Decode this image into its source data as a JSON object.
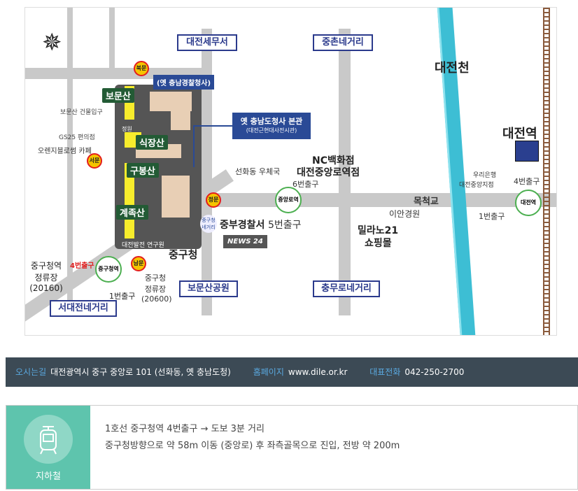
{
  "map": {
    "landmark_boxes": [
      "대전세무서",
      "중촌네거리",
      "보문산공원",
      "충무로네거리",
      "서대전네거리"
    ],
    "blue_labels": {
      "police": "(옛 충남경찰청사)",
      "main_title": "옛 충남도청사 본관",
      "main_sub": "(대전근현대사전시관)"
    },
    "halls": [
      "보문산",
      "식장산",
      "구봉산",
      "계족산"
    ],
    "garden": "정원",
    "gates": {
      "north": "북문",
      "west": "서문",
      "main": "정문",
      "south": "남문"
    },
    "left_pois": [
      "보문산 건물입구",
      "GS25 편의점",
      "오렌지블로썸 카페"
    ],
    "institute": "대전발전 연구원",
    "stations": {
      "junggu": "중구청역",
      "jungang": "중앙로역",
      "daejeon": "대전역",
      "junggu_intersection": "중구청 네거리"
    },
    "exits": {
      "jg4": "4번출구",
      "jg1": "1번출구",
      "jy6": "6번출구",
      "jy5": "5번출구",
      "dj4": "4번출구",
      "dj1": "1번출구"
    },
    "bus": {
      "left_name": "중구청역 정류장",
      "left_code": "(20160)",
      "right_name": "중구청 정류장",
      "right_code": "(20600)"
    },
    "places": {
      "junggu_office": "중구청",
      "police": "중부경찰서",
      "news": "NEWS 24",
      "post": "선화동 우체국",
      "nc1": "NC백화점",
      "nc2": "대전중앙로역점",
      "milano1": "밀라노21",
      "milano2": "쇼핑몰",
      "ian": "이안경원",
      "bridge": "목척교",
      "bank1": "우리은행",
      "bank2": "대전중앙지점",
      "river": "대전천",
      "station_big": "대전역"
    }
  },
  "info_bar": {
    "address_label": "오시는길",
    "address": "대전광역시 중구 중앙로 101 (선화동, 옛 충남도청)",
    "homepage_label": "홈페이지",
    "homepage": "www.dile.or.kr",
    "phone_label": "대표전화",
    "phone": "042-250-2700"
  },
  "transit": {
    "type_label": "지하철",
    "line1": "1호선 중구청역 4번출구 → 도보 3분 거리",
    "line2": "중구청방향으로 약 58m 이동 (중앙로) 후 좌측골목으로 진입, 전방 약 200m"
  }
}
